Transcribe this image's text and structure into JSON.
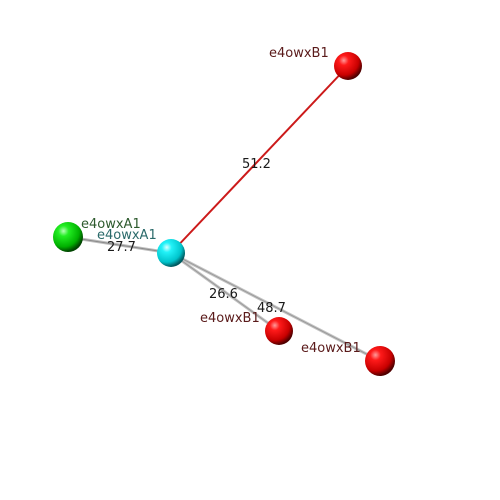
{
  "colors": {
    "background": "#ffffff",
    "red_atom": "#e00000",
    "green_atom": "#00cc00",
    "cyan_atom": "#00e5ee",
    "red_bond": "#cc1a1a",
    "gray_bond": "#b8b8b8",
    "label_dark_red": "#5a1a1a",
    "label_dark_green": "#2d5a2d",
    "label_teal": "#2a6a6a"
  },
  "atoms": [
    {
      "id": "cyan-center",
      "label": "e4owxA1",
      "color": "cyan_atom",
      "label_color": "label_teal"
    },
    {
      "id": "green-left",
      "label": "e4owxA1",
      "color": "green_atom",
      "label_color": "label_dark_green"
    },
    {
      "id": "red-top",
      "label": "e4owxB1",
      "color": "red_atom",
      "label_color": "label_dark_red"
    },
    {
      "id": "red-mid",
      "label": "e4owxB1",
      "color": "red_atom",
      "label_color": "label_dark_red"
    },
    {
      "id": "red-right",
      "label": "e4owxB1",
      "color": "red_atom",
      "label_color": "label_dark_red"
    }
  ],
  "distances": [
    {
      "id": "to-red-top",
      "value": "51.2",
      "bond": "red_bond"
    },
    {
      "id": "to-green-left",
      "value": "27.7",
      "bond": "gray_bond"
    },
    {
      "id": "to-red-mid",
      "value": "26.6",
      "bond": "gray_bond"
    },
    {
      "id": "to-red-right",
      "value": "48.7",
      "bond": "gray_bond"
    }
  ]
}
